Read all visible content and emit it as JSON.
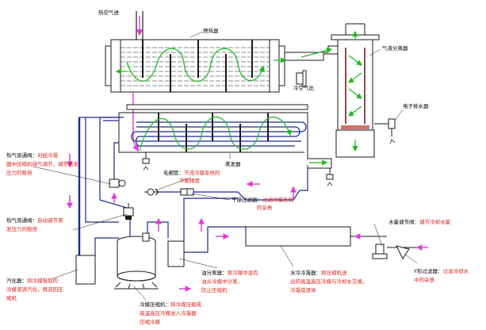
{
  "labels": {
    "air_inlet": "热空气进",
    "precooler": "预热器",
    "separator": "气液分离器",
    "air_outlet": "冷空气出",
    "drain_valve": "电子排水器",
    "evaporator": "蒸发器",
    "bypass_valve_name": "热气旁通阀：",
    "bypass_valve_desc_1": "对经冷凝",
    "bypass_valve_desc_2": "器中压缩机排气调节，调节蒸发",
    "bypass_valve_desc_3": "压力的稳倍",
    "capillary_name": "毛细管：",
    "capillary_desc_1": "节流冷媒系统的",
    "capillary_desc_2": "平衡精度",
    "filter_name": "干燥过滤器：",
    "filter_desc_1": "过滤冷媒系统",
    "filter_desc_2": "的杂质",
    "expansion_name": "热气旁通阀：",
    "expansion_desc_1": "自动调节蒸",
    "expansion_desc_2": "发压力的稳倍",
    "water_valve_name": "水量调节阀：",
    "water_valve_desc": "调节冷却水量",
    "accumulator_name": "汽化器：",
    "accumulator_desc_1": "将冷媒吸取的",
    "accumulator_desc_2": "冷媒液滴汽化，再流回压",
    "accumulator_desc_3": "缩机",
    "oil_sep_name": "油分离器：",
    "oil_sep_desc_1": "将冷媒中混有",
    "oil_sep_desc_2": "油从冷媒中分离，",
    "oil_sep_desc_3": "防止压缩机",
    "condenser_name": "水冷冷凝器：",
    "condenser_desc_1": "将压缩机送",
    "condenser_desc_2": "出的高温高压冷媒与冷却水交换，",
    "condenser_desc_3": "冷凝成液体",
    "strainer_name": "Y形过滤器：",
    "strainer_desc_1": "过滤冷却水",
    "strainer_desc_2": "中的杂质",
    "compressor_name": "冷媒压缩机：",
    "compressor_desc_1": "将冷媒压缩成",
    "compressor_desc_2": "高温高压冷媒送入冷凝器",
    "compressor_desc_3": "压缩冷媒"
  },
  "colors": {
    "outline": "#1a1a1a",
    "pipe_blue": "#1b2a8f",
    "air_path": "#e23cd8",
    "refrigerant_pink": "#cc2fc8",
    "flow_green": "#1fb81f",
    "label_red": "#e0201b",
    "label_black": "#000000",
    "water_arrow": "#c42fc4"
  }
}
